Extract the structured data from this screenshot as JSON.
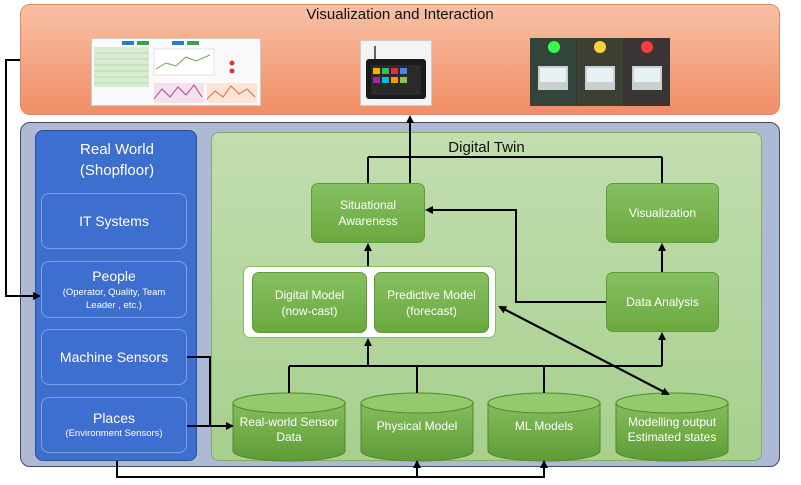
{
  "viz": {
    "title": "Visualization and Interaction"
  },
  "real_world": {
    "title_line1": "Real World",
    "title_line2": "(Shopfloor)",
    "it_systems": "IT Systems",
    "people": "People",
    "people_sub": "(Operator, Quality, Team Leader , etc.)",
    "machine_sensors": "Machine Sensors",
    "places": "Places",
    "places_sub": "(Environment Sensors)"
  },
  "digital_twin": {
    "title": "Digital Twin",
    "situational_awareness_1": "Situational",
    "situational_awareness_2": "Awareness",
    "visualization": "Visualization",
    "digital_model_1": "Digital Model",
    "digital_model_2": "(now-cast)",
    "predictive_model_1": "Predictive Model",
    "predictive_model_2": "(forecast)",
    "data_analysis": "Data Analysis",
    "sensor_data_1": "Real-world Sensor",
    "sensor_data_2": "Data",
    "physical_model": "Physical Model",
    "ml_models": "ML Models",
    "modelling_output_1": "Modelling output",
    "modelling_output_2": "Estimated states"
  },
  "colors": {
    "viz_panel": "#f29a72",
    "real_world": "#3d6fcf",
    "digital_twin": "#b5d79e",
    "green_box": "#76b24b"
  }
}
